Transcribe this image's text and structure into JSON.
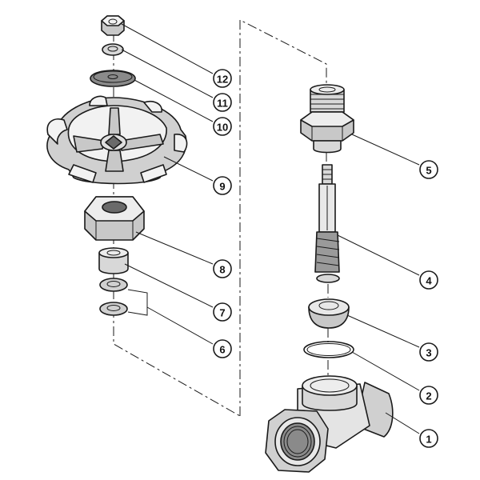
{
  "colors": {
    "ink": "#1a1a1a",
    "fill_light": "#f2f2f2",
    "fill_mid": "#c8c8c8",
    "fill_dark": "#8a8a8a",
    "background": "#ffffff"
  },
  "callouts": [
    {
      "label": "1"
    },
    {
      "label": "2"
    },
    {
      "label": "3"
    },
    {
      "label": "4"
    },
    {
      "label": "5"
    },
    {
      "label": "6"
    },
    {
      "label": "7"
    },
    {
      "label": "8"
    },
    {
      "label": "9"
    },
    {
      "label": "10"
    },
    {
      "label": "11"
    },
    {
      "label": "12"
    }
  ]
}
